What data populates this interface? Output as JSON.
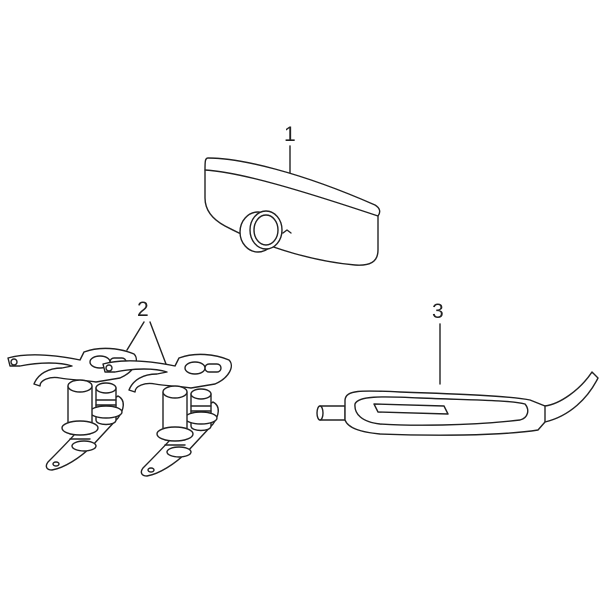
{
  "diagram": {
    "parts": [
      {
        "number": "1"
      },
      {
        "number": "2"
      },
      {
        "number": "3"
      }
    ]
  }
}
